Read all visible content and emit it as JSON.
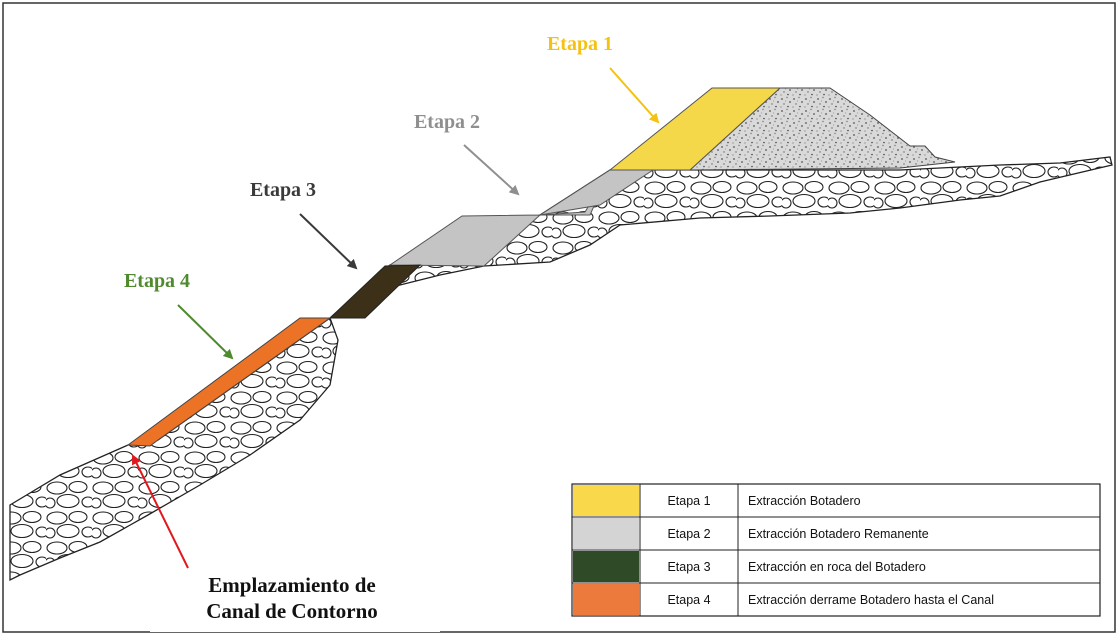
{
  "stages": [
    {
      "label": "Etapa 1",
      "color": "#f3c212",
      "fill": "#f5d84a"
    },
    {
      "label": "Etapa 2",
      "color": "#8f8f8f",
      "fill": "#c4c4c4"
    },
    {
      "label": "Etapa 3",
      "color": "#3a3a3a",
      "fill": "#3c3018"
    },
    {
      "label": "Etapa 4",
      "color": "#4f8a2e",
      "fill": "#ec7326"
    }
  ],
  "caption": {
    "line1": "Emplazamiento de",
    "line2": "Canal de Contorno",
    "arrow_color": "#e1191e"
  },
  "legend": [
    {
      "stage": "Etapa 1",
      "description": "Extracción Botadero",
      "swatch": "#f9d84c"
    },
    {
      "stage": "Etapa 2",
      "description": "Extracción Botadero Remanente",
      "swatch": "#d4d4d4"
    },
    {
      "stage": "Etapa 3",
      "description": "Extracción en roca del Botadero",
      "swatch": "#2e4a26"
    },
    {
      "stage": "Etapa 4",
      "description": "Extracción derrame Botadero hasta el Canal",
      "swatch": "#ec7a3c"
    }
  ]
}
